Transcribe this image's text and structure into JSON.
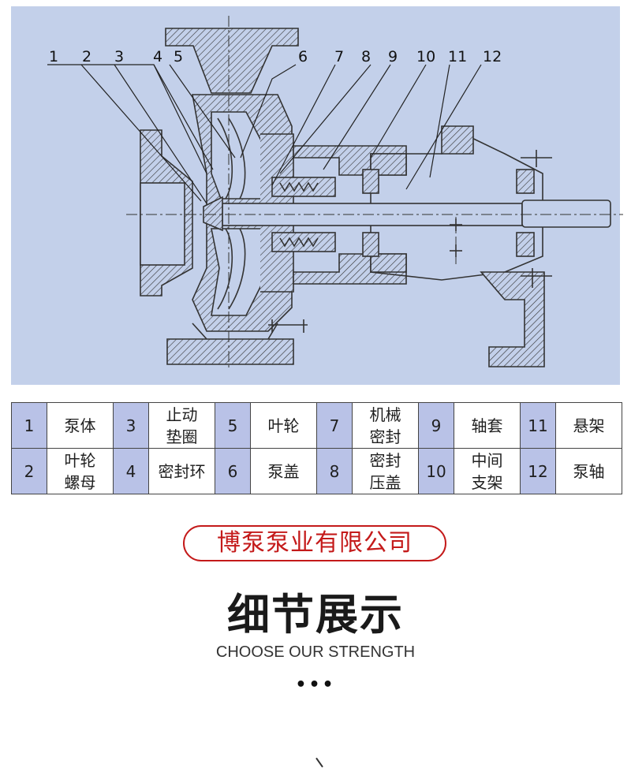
{
  "diagram": {
    "callout_numbers": [
      "1",
      "2",
      "3",
      "4",
      "5",
      "6",
      "7",
      "8",
      "9",
      "10",
      "11",
      "12"
    ]
  },
  "legend": {
    "rows": [
      [
        {
          "num": "1",
          "name": "泵体"
        },
        {
          "num": "3",
          "name": "止动\n垫圈"
        },
        {
          "num": "5",
          "name": "叶轮"
        },
        {
          "num": "7",
          "name": "机械\n密封"
        },
        {
          "num": "9",
          "name": "轴套"
        },
        {
          "num": "11",
          "name": "悬架"
        }
      ],
      [
        {
          "num": "2",
          "name": "叶轮\n螺母"
        },
        {
          "num": "4",
          "name": "密封环"
        },
        {
          "num": "6",
          "name": "泵盖"
        },
        {
          "num": "8",
          "name": "密封\n压盖"
        },
        {
          "num": "10",
          "name": "中间\n支架"
        },
        {
          "num": "12",
          "name": "泵轴"
        }
      ]
    ]
  },
  "company": {
    "name": "博泵泵业有限公司"
  },
  "section": {
    "title": "细节展示",
    "subtitle": "CHOOSE OUR STRENGTH",
    "dots": "•••"
  },
  "colors": {
    "panel": "#c3d0ea",
    "legend_num_bg": "#b9c2e7",
    "brand_red": "#c41a1a"
  }
}
